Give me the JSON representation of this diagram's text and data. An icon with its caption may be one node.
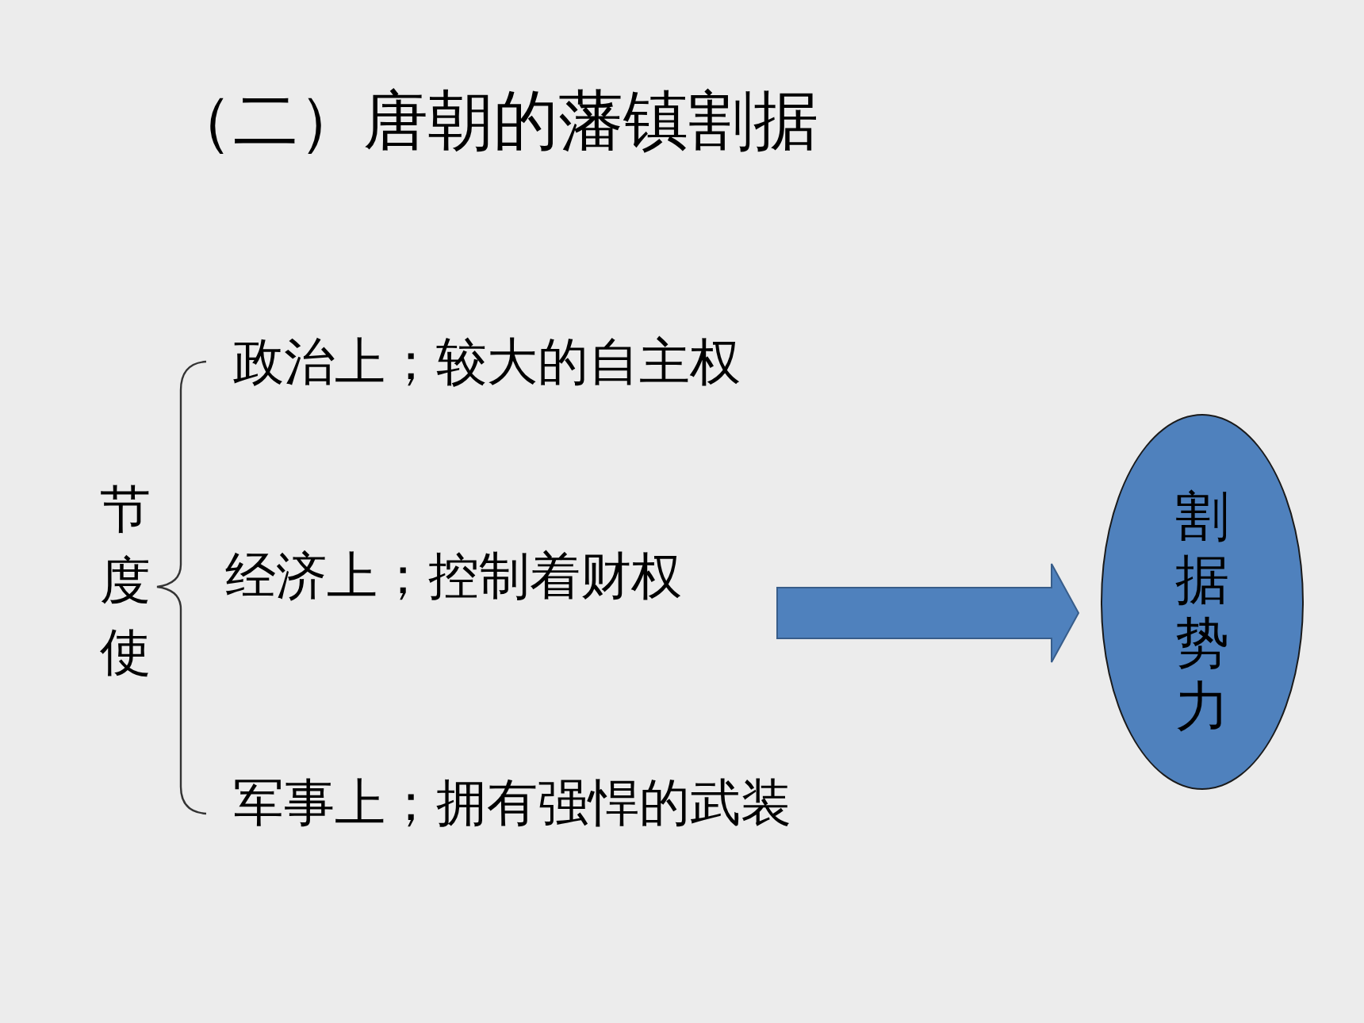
{
  "diagram": {
    "title": "（二）唐朝的藩镇割据",
    "nodes": [
      {
        "text": [
          "节度使"
        ]
      },
      {
        "text": [
          "政治上；较大的自主权"
        ]
      },
      {
        "text": [
          "经济上；控制着财权"
        ]
      },
      {
        "text": [
          "军事上；拥有强悍的武装"
        ]
      },
      {
        "text": [
          "割据势力"
        ]
      }
    ],
    "edges": [
      {
        "from": 2,
        "to": 4,
        "arrow": "to"
      }
    ]
  }
}
